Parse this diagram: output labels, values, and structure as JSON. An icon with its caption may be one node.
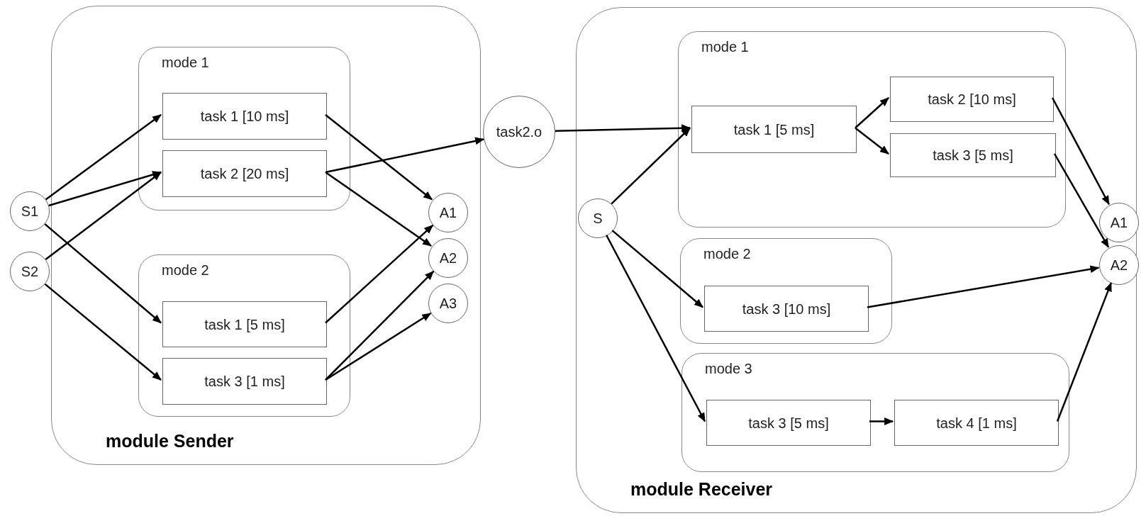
{
  "diagram": {
    "nodes": [
      {
        "text": [
          "module Sender"
        ]
      },
      {
        "text": [
          "mode 1"
        ],
        "in": 0
      },
      {
        "text": [
          "task 1 [10 ms]"
        ],
        "in": 1
      },
      {
        "text": [
          "task 2 [20 ms]"
        ],
        "in": 1
      },
      {
        "text": [
          "mode 2"
        ],
        "in": 0
      },
      {
        "text": [
          "task 1 [5 ms]"
        ],
        "in": 4
      },
      {
        "text": [
          "task 3 [1 ms]"
        ],
        "in": 4
      },
      {
        "text": [
          "S1"
        ]
      },
      {
        "text": [
          "S2"
        ]
      },
      {
        "text": [
          "A1"
        ],
        "in": 0
      },
      {
        "text": [
          "A2"
        ],
        "in": 0
      },
      {
        "text": [
          "A3"
        ],
        "in": 0
      },
      {
        "text": [
          "task2.o"
        ]
      },
      {
        "text": [
          "module Receiver"
        ]
      },
      {
        "text": [
          "mode 1"
        ],
        "in": 13
      },
      {
        "text": [
          "task 1 [5 ms]"
        ],
        "in": 14
      },
      {
        "text": [
          "task 2 [10 ms]"
        ],
        "in": 14
      },
      {
        "text": [
          "task 3 [5 ms]"
        ],
        "in": 14
      },
      {
        "text": [
          "S"
        ],
        "in": 13
      },
      {
        "text": [
          "mode 2"
        ],
        "in": 13
      },
      {
        "text": [
          "task 3 [10 ms]"
        ],
        "in": 19
      },
      {
        "text": [
          "mode 3"
        ],
        "in": 13
      },
      {
        "text": [
          "task 3 [5 ms]"
        ],
        "in": 21
      },
      {
        "text": [
          "task 4 [1 ms]"
        ],
        "in": 21
      },
      {
        "text": [
          "A1"
        ],
        "in": 13
      },
      {
        "text": [
          "A2"
        ],
        "in": 13
      }
    ],
    "edges": [
      {
        "from": 7,
        "to": 2,
        "arrow": "to"
      },
      {
        "from": 7,
        "to": 3,
        "arrow": "to"
      },
      {
        "from": 7,
        "to": 5,
        "arrow": "to"
      },
      {
        "from": 8,
        "to": 3,
        "arrow": "to"
      },
      {
        "from": 8,
        "to": 6,
        "arrow": "to"
      },
      {
        "from": 2,
        "to": 9,
        "arrow": "to"
      },
      {
        "from": 3,
        "to": 10,
        "arrow": "to"
      },
      {
        "from": 3,
        "to": 12,
        "arrow": "to"
      },
      {
        "from": 5,
        "to": 9,
        "arrow": "to"
      },
      {
        "from": 6,
        "to": 10,
        "arrow": "to"
      },
      {
        "from": 6,
        "to": 11,
        "arrow": "to"
      },
      {
        "from": 12,
        "to": 15,
        "arrow": "to"
      },
      {
        "from": 18,
        "to": 15,
        "arrow": "to"
      },
      {
        "from": 18,
        "to": 20,
        "arrow": "to"
      },
      {
        "from": 18,
        "to": 22,
        "arrow": "to"
      },
      {
        "from": 15,
        "to": 16,
        "arrow": "to"
      },
      {
        "from": 15,
        "to": 17,
        "arrow": "to"
      },
      {
        "from": 16,
        "to": 24,
        "arrow": "to"
      },
      {
        "from": 17,
        "to": 25,
        "arrow": "to"
      },
      {
        "from": 20,
        "to": 25,
        "arrow": "to"
      },
      {
        "from": 22,
        "to": 23,
        "arrow": "to"
      },
      {
        "from": 23,
        "to": 25,
        "arrow": "to"
      }
    ]
  }
}
